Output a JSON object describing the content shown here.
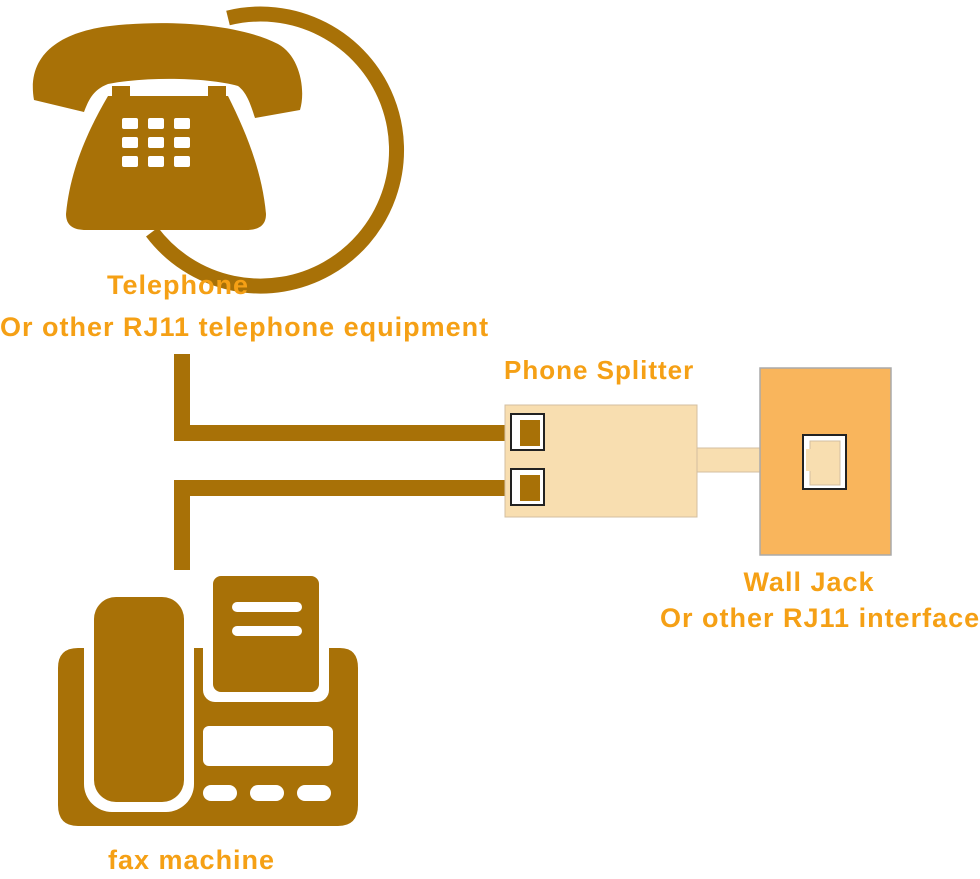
{
  "colors": {
    "icon": "#a87107",
    "label": "#f5a015",
    "cable": "#a87107",
    "splitter_fill": "#f8deb0",
    "splitter_border": "#d3bfa0",
    "wall_jack_fill": "#f9b55c",
    "wall_jack_border": "#aaaaaa"
  },
  "icons": {
    "telephone": "rotary-telephone-icon",
    "fax": "fax-machine-icon"
  },
  "nodes": {
    "telephone": {
      "title": "Telephone",
      "subtitle": "Or other RJ11 telephone equipment"
    },
    "splitter": {
      "title": "Phone Splitter"
    },
    "wall_jack": {
      "title": "Wall Jack",
      "subtitle": "Or other RJ11 interface"
    },
    "fax": {
      "title": "fax machine"
    }
  },
  "edges": [
    {
      "from": "telephone",
      "to": "splitter.port-1"
    },
    {
      "from": "fax",
      "to": "splitter.port-2"
    },
    {
      "from": "splitter",
      "to": "wall_jack"
    }
  ]
}
